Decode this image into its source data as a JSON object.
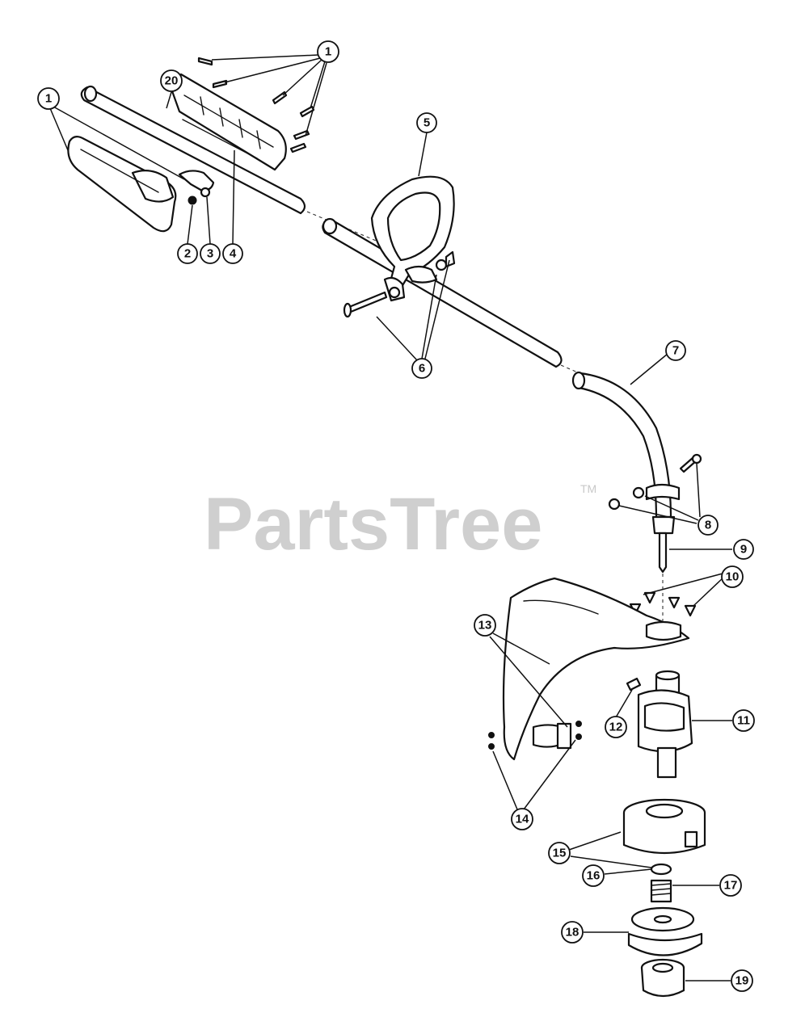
{
  "watermark": {
    "brand": "PartsTree",
    "trademark": "TM"
  },
  "callouts": [
    {
      "id": "c1a",
      "label": "1"
    },
    {
      "id": "c1b",
      "label": "1"
    },
    {
      "id": "c20",
      "label": "20"
    },
    {
      "id": "c2",
      "label": "2"
    },
    {
      "id": "c3",
      "label": "3"
    },
    {
      "id": "c4",
      "label": "4"
    },
    {
      "id": "c5",
      "label": "5"
    },
    {
      "id": "c6",
      "label": "6"
    },
    {
      "id": "c7",
      "label": "7"
    },
    {
      "id": "c8",
      "label": "8"
    },
    {
      "id": "c9",
      "label": "9"
    },
    {
      "id": "c10",
      "label": "10"
    },
    {
      "id": "c11",
      "label": "11"
    },
    {
      "id": "c12",
      "label": "12"
    },
    {
      "id": "c13",
      "label": "13"
    },
    {
      "id": "c14",
      "label": "14"
    },
    {
      "id": "c15",
      "label": "15"
    },
    {
      "id": "c16",
      "label": "16"
    },
    {
      "id": "c17",
      "label": "17"
    },
    {
      "id": "c18",
      "label": "18"
    },
    {
      "id": "c19",
      "label": "19"
    }
  ]
}
